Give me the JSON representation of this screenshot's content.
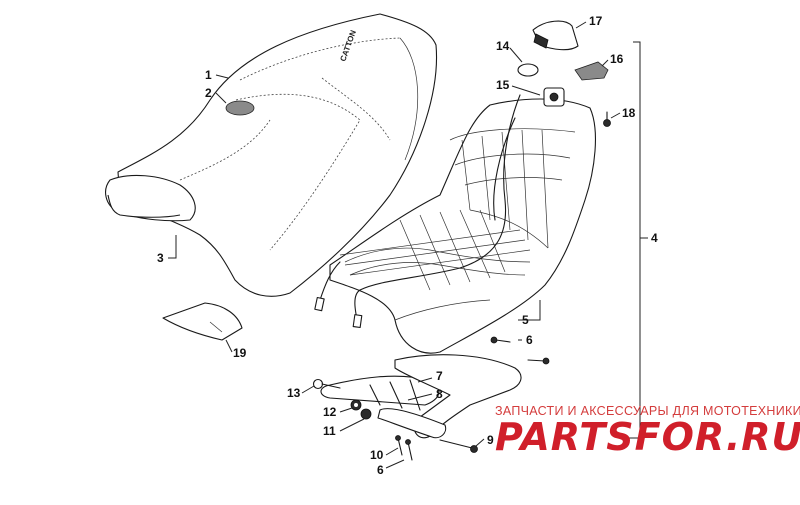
{
  "seat_logo": "CATTON",
  "callouts": {
    "c1": "1",
    "c2": "2",
    "c3": "3",
    "c4": "4",
    "c5": "5",
    "c6a": "6",
    "c6b": "6",
    "c7": "7",
    "c8": "8",
    "c9": "9",
    "c10": "10",
    "c11": "11",
    "c12": "12",
    "c13": "13",
    "c14": "14",
    "c15": "15",
    "c16": "16",
    "c17": "17",
    "c18": "18",
    "c19": "19"
  },
  "watermark": {
    "tagline": "ЗАПЧАСТИ И АКСЕССУАРЫ ДЛЯ МОТОТЕХНИКИ",
    "brand": "PARTSFOR.RU"
  },
  "colors": {
    "watermark": "#d01f2a",
    "line": "#1a1a1a"
  }
}
